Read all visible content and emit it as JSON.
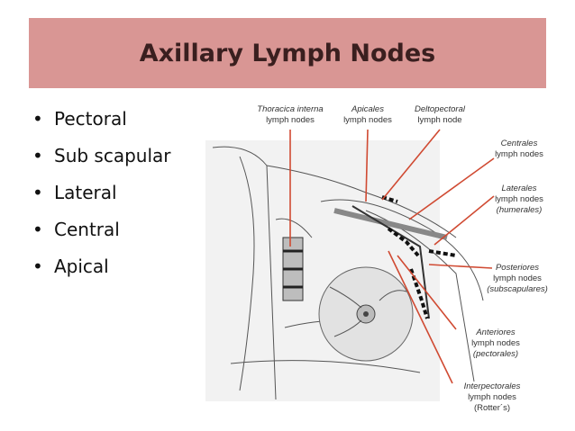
{
  "slide": {
    "title": "Axillary Lymph Nodes",
    "bullets": [
      "Pectoral",
      "Sub scapular",
      "Lateral",
      "Central",
      "Apical"
    ]
  },
  "figure": {
    "labels": {
      "thoracica": [
        "Thoracica interna",
        "lymph nodes"
      ],
      "apicales": [
        "Apicales",
        "lymph nodes"
      ],
      "deltopectoral": [
        "Deltopectoral",
        "lymph node"
      ],
      "centrales": [
        "Centrales",
        "lymph nodes"
      ],
      "laterales": [
        "Laterales",
        "lymph nodes",
        "(humerales)"
      ],
      "posteriores": [
        "Posteriores",
        "lymph nodes",
        "(subscapulares)"
      ],
      "anteriores": [
        "Anteriores",
        "lymph nodes",
        "(pectorales)"
      ],
      "interpectorales": [
        "Interpectorales",
        "lymph nodes",
        "(Rotter´s)"
      ]
    },
    "leader_color": "#d04a32"
  }
}
